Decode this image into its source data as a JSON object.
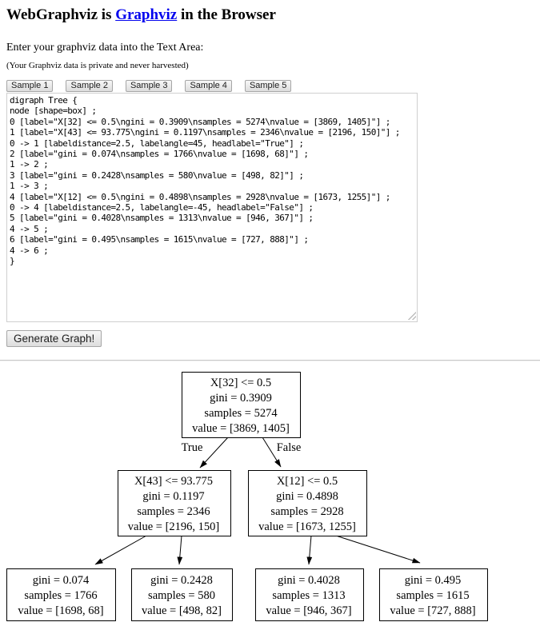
{
  "header": {
    "title_prefix": "WebGraphviz is ",
    "title_link": "Graphviz",
    "title_suffix": " in the Browser"
  },
  "intro": {
    "instruction": "Enter your graphviz data into the Text Area:",
    "privacy_note": "(Your Graphviz data is private and never harvested)"
  },
  "toolbar": {
    "sample_buttons": [
      "Sample 1",
      "Sample 2",
      "Sample 3",
      "Sample 4",
      "Sample 5"
    ],
    "generate_label": "Generate Graph!"
  },
  "editor": {
    "dot_source": "digraph Tree {\nnode [shape=box] ;\n0 [label=\"X[32] <= 0.5\\ngini = 0.3909\\nsamples = 5274\\nvalue = [3869, 1405]\"] ;\n1 [label=\"X[43] <= 93.775\\ngini = 0.1197\\nsamples = 2346\\nvalue = [2196, 150]\"] ;\n0 -> 1 [labeldistance=2.5, labelangle=45, headlabel=\"True\"] ;\n2 [label=\"gini = 0.074\\nsamples = 1766\\nvalue = [1698, 68]\"] ;\n1 -> 2 ;\n3 [label=\"gini = 0.2428\\nsamples = 580\\nvalue = [498, 82]\"] ;\n1 -> 3 ;\n4 [label=\"X[12] <= 0.5\\ngini = 0.4898\\nsamples = 2928\\nvalue = [1673, 1255]\"] ;\n0 -> 4 [labeldistance=2.5, labelangle=-45, headlabel=\"False\"] ;\n5 [label=\"gini = 0.4028\\nsamples = 1313\\nvalue = [946, 367]\"] ;\n4 -> 5 ;\n6 [label=\"gini = 0.495\\nsamples = 1615\\nvalue = [727, 888]\"] ;\n4 -> 6 ;\n}"
  },
  "graph": {
    "edge_labels": {
      "true_label": "True",
      "false_label": "False"
    },
    "root": {
      "lines": [
        "X[32] <= 0.5",
        "gini = 0.3909",
        "samples = 5274",
        "value = [3869, 1405]"
      ]
    },
    "left": {
      "lines": [
        "X[43] <= 93.775",
        "gini = 0.1197",
        "samples = 2346",
        "value = [2196, 150]"
      ]
    },
    "right": {
      "lines": [
        "X[12] <= 0.5",
        "gini = 0.4898",
        "samples = 2928",
        "value = [1673, 1255]"
      ]
    },
    "leaf1": {
      "lines": [
        "gini = 0.074",
        "samples = 1766",
        "value = [1698, 68]"
      ]
    },
    "leaf2": {
      "lines": [
        "gini = 0.2428",
        "samples = 580",
        "value = [498, 82]"
      ]
    },
    "leaf3": {
      "lines": [
        "gini = 0.4028",
        "samples = 1313",
        "value = [946, 367]"
      ]
    },
    "leaf4": {
      "lines": [
        "gini = 0.495",
        "samples = 1615",
        "value = [727, 888]"
      ]
    }
  },
  "colors": {
    "link_blue": "#0000ee",
    "node_border": "#000000",
    "button_border": "#a6a6a6",
    "divider_gray": "#c9c9c9"
  }
}
